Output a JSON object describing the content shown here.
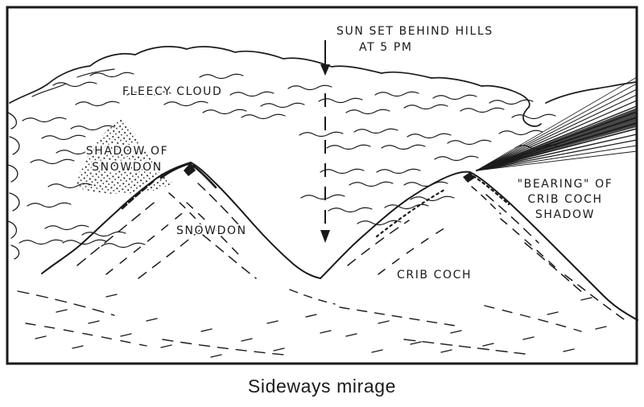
{
  "diagram": {
    "caption": "Sideways mirage",
    "labels": {
      "sun_note_line1": "SUN SET BEHIND HILLS",
      "sun_note_line2": "AT 5 PM",
      "fleecy_cloud": "FLEECY CLOUD",
      "shadow_line1": "SHADOW OF",
      "shadow_line2": "SNOWDON",
      "snowdon": "SNOWDON",
      "crib_coch": "CRIB COCH",
      "bearing_line1": "\"BEARING\" OF",
      "bearing_line2": "CRIB COCH",
      "bearing_line3": "SHADOW"
    },
    "colors": {
      "ink": "#1a1a1a",
      "paper": "#ffffff"
    }
  }
}
